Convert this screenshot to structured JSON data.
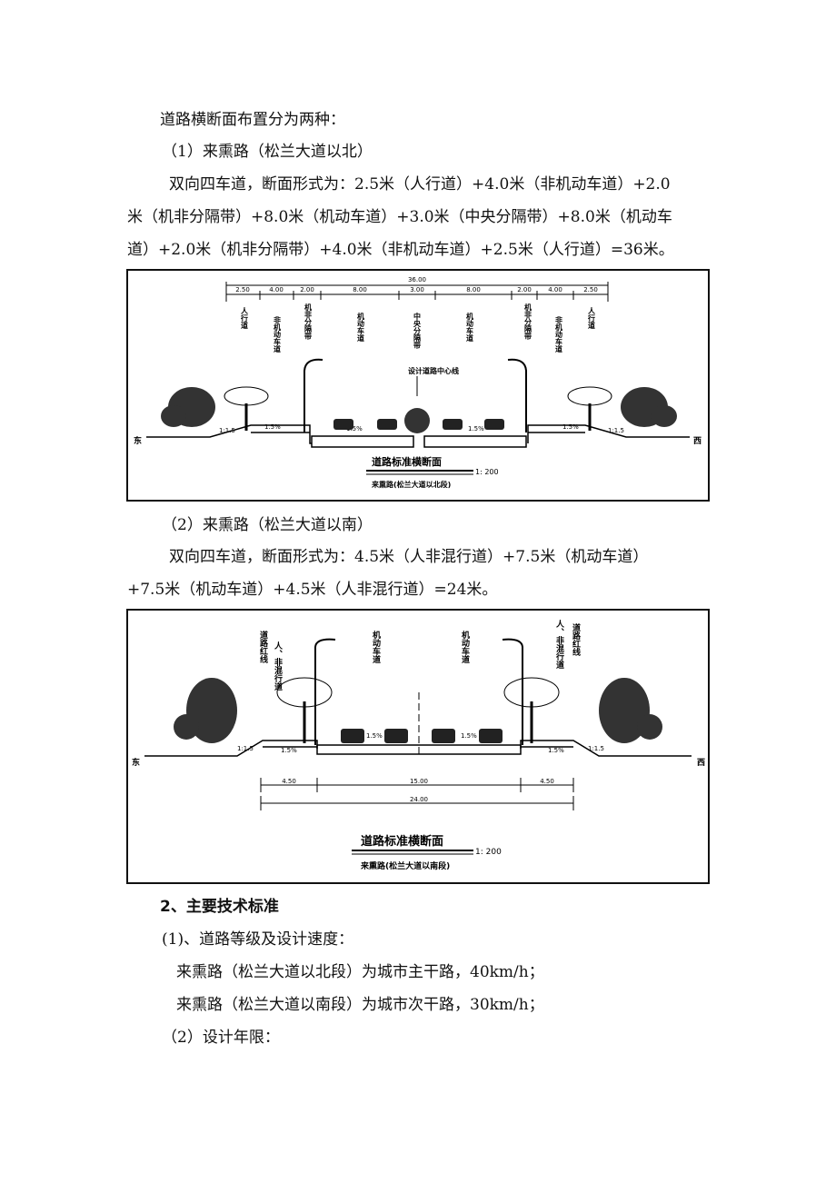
{
  "text": {
    "intro": "道路横断面布置分为两种：",
    "sec1_heading": "（1）来熏路（松兰大道以北）",
    "sec1_line1": "双向四车道，断面形式为：2.5米（人行道）+4.0米（非机动车道）+2.0",
    "sec1_line2": "米（机非分隔带）+8.0米（机动车道）+3.0米（中央分隔带）+8.0米（机动车",
    "sec1_line3": "道）+2.0米（机非分隔带）+4.0米（非机动车道）+2.5米（人行道）=36米。",
    "sec2_heading": "（2）来熏路（松兰大道以南）",
    "sec2_line1": "双向四车道，断面形式为：4.5米（人非混行道）+7.5米（机动车道）",
    "sec2_line2": "+7.5米（机动车道）+4.5米（人非混行道）=24米。",
    "tech_heading": "2、主要技术标准",
    "tech_1": "(1)、道路等级及设计速度：",
    "tech_1a": "来熏路（松兰大道以北段）为城市主干路，40km/h；",
    "tech_1b": "来熏路（松兰大道以南段）为城市次干路，30km/h；",
    "tech_2": "（2）设计年限："
  },
  "figure1": {
    "total": "36.00",
    "dims": [
      "2.50",
      "4.00",
      "2.00",
      "8.00",
      "3.00",
      "8.00",
      "2.00",
      "4.00",
      "2.50"
    ],
    "labels": [
      "人行道",
      "非机动车道",
      "机非分隔带",
      "机动车道",
      "中央分隔带",
      "机动车道",
      "机非分隔带",
      "非机动车道",
      "人行道"
    ],
    "centerline": "设计道路中心线",
    "slope": "1.5%",
    "side_slope": "1:1.5",
    "east": "东",
    "west": "西",
    "title": "道路标准横断面",
    "scale": "1: 200",
    "subtitle": "来熏路(松兰大道以北段)"
  },
  "figure2": {
    "dims": [
      "4.50",
      "15.00",
      "4.50"
    ],
    "total": "24.00",
    "labels": [
      "道路红线",
      "人、非混行道",
      "机动车道",
      "机动车道",
      "人、非混行道",
      "道路红线"
    ],
    "slope": "1.5%",
    "side_slope": "1:1.5",
    "east": "东",
    "west": "西",
    "title": "道路标准横断面",
    "scale": "1: 200",
    "subtitle": "来熏路(松兰大道以南段)"
  }
}
